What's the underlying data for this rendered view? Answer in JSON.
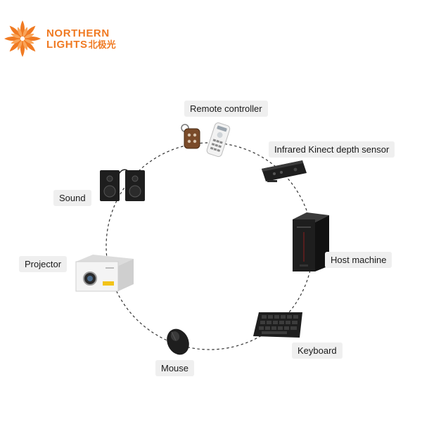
{
  "logo": {
    "line1": "NORTHERN",
    "line2": "LIGHTS",
    "line2_cn": "北极光",
    "color": "#f07a22"
  },
  "components": {
    "remote": "Remote controller",
    "sensor": "Infrared Kinect depth sensor",
    "sound": "Sound",
    "host": "Host machine",
    "projector": "Projector",
    "keyboard": "Keyboard",
    "mouse": "Mouse"
  },
  "colors": {
    "label_bg": "#efefef",
    "ring": "#333333",
    "device_dark": "#1e1e1e",
    "projector_body": "#f4f4f4"
  }
}
